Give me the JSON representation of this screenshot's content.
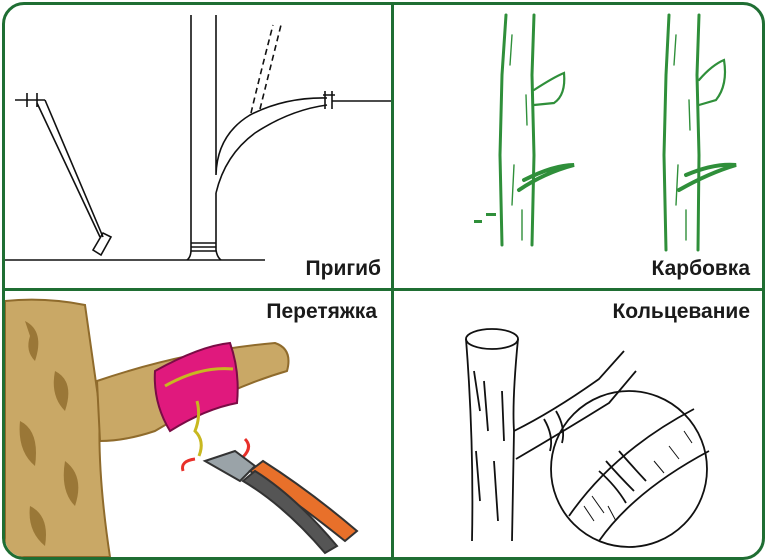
{
  "panels": [
    {
      "label": "Пригиб"
    },
    {
      "label": "Карбовка"
    },
    {
      "label": "Перетяжка"
    },
    {
      "label": "Кольцевание"
    }
  ],
  "colors": {
    "frame": "#1f6e33",
    "bark_green": "#2f8f3a",
    "wood": "#c9a866",
    "wood_dark": "#8f6b2c",
    "band": "#e0197d",
    "wire": "#c8b820",
    "handle": "#e8702a"
  }
}
